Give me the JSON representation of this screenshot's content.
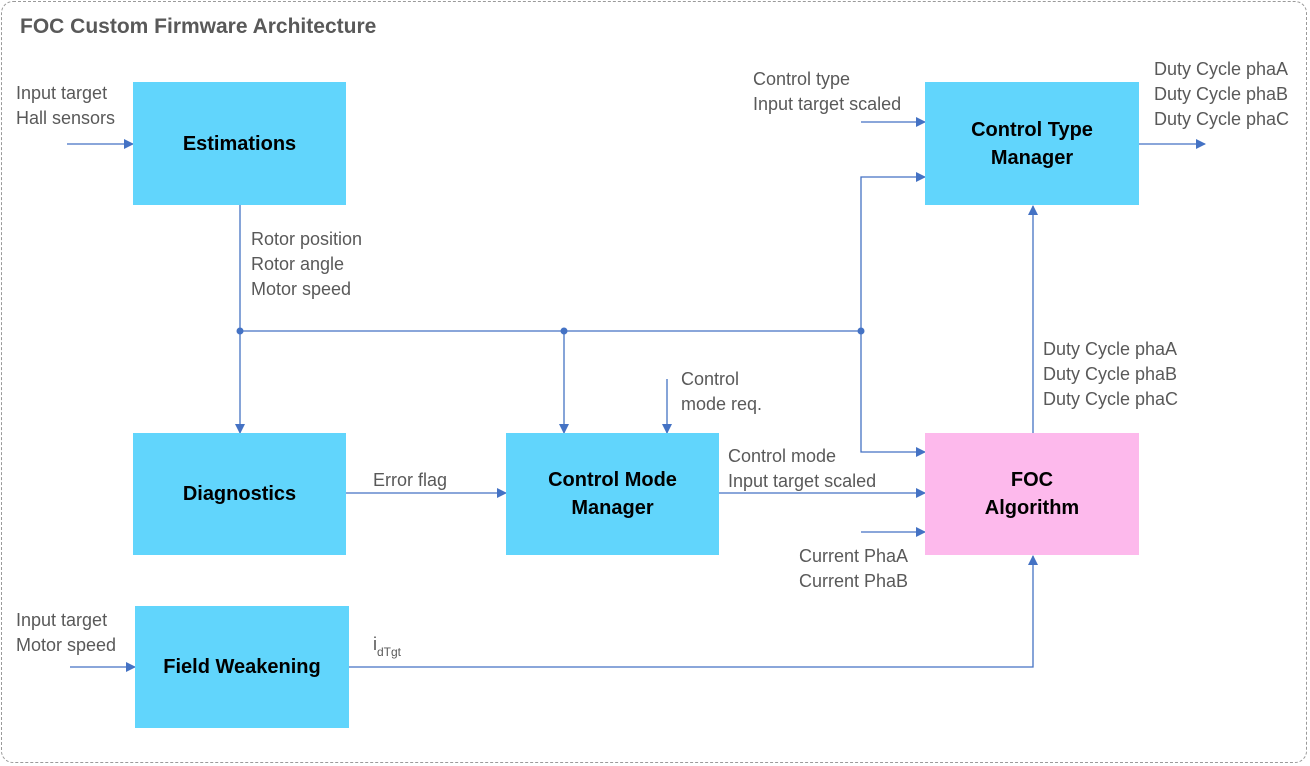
{
  "title": "FOC Custom Firmware Architecture",
  "blocks": {
    "estimations": "Estimations",
    "diagnostics": "Diagnostics",
    "control_mode_manager": [
      "Control Mode",
      "Manager"
    ],
    "field_weakening": "Field Weakening",
    "control_type_manager": [
      "Control Type",
      "Manager"
    ],
    "foc_algorithm": [
      "FOC",
      "Algorithm"
    ]
  },
  "labels": {
    "estimations_in": [
      "Input target",
      "Hall sensors"
    ],
    "estimations_out": [
      "Rotor position",
      "Rotor angle",
      "Motor speed"
    ],
    "error_flag": "Error flag",
    "control_mode_req": [
      "Control",
      "mode req."
    ],
    "cmm_out": [
      "Control mode",
      "Input target scaled"
    ],
    "currents": [
      "Current PhaA",
      "Current PhaB"
    ],
    "fw_in": [
      "Input target",
      "Motor speed"
    ],
    "idtgt_main": "i",
    "idtgt_sub": "dTgt",
    "ctm_in": [
      "Control type",
      "Input target scaled"
    ],
    "ctm_out": [
      "Duty Cycle phaA",
      "Duty Cycle phaB",
      "Duty Cycle phaC"
    ],
    "foc_out": [
      "Duty Cycle phaA",
      "Duty Cycle phaB",
      "Duty Cycle phaC"
    ]
  },
  "colors": {
    "block": "#61d5fc",
    "foc_block": "#fdb9ec",
    "wire": "#4472c4",
    "text": "#595959"
  }
}
